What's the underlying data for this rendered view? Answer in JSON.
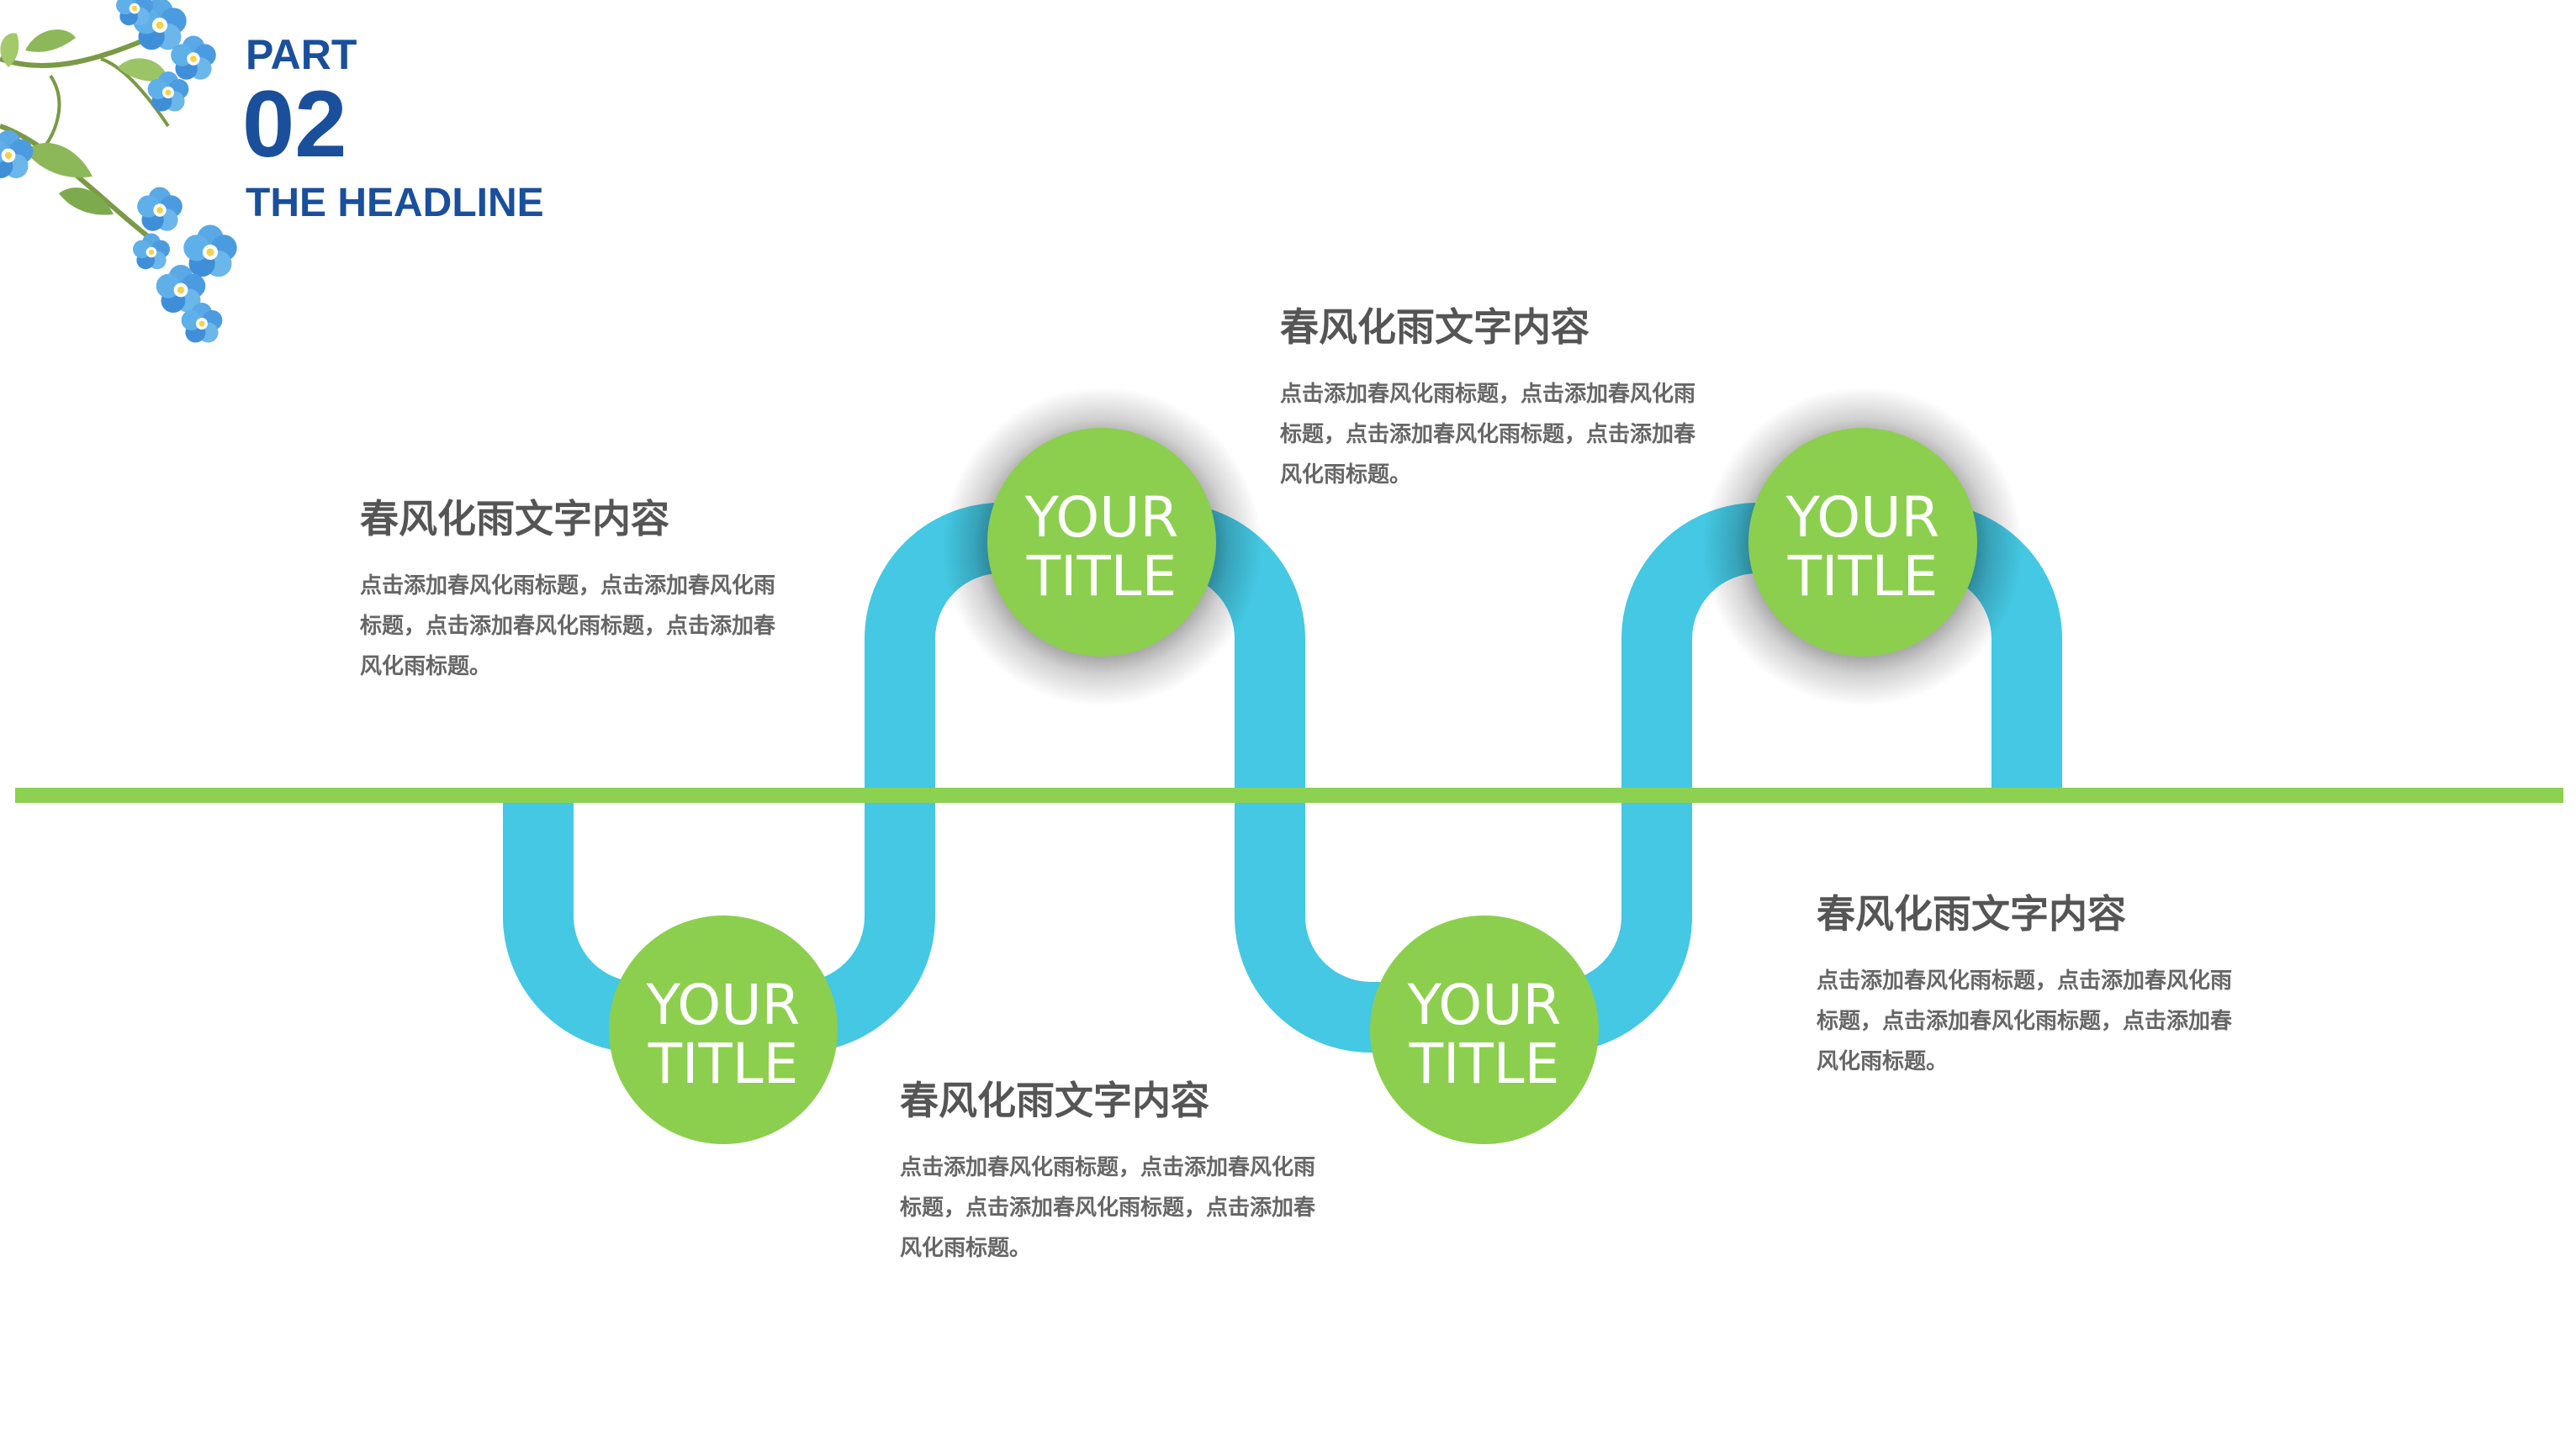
{
  "header": {
    "part_label": "PART",
    "part_number": "02",
    "headline": "THE HEADLINE"
  },
  "colors": {
    "brand_blue": "#1a4f9c",
    "baseline_green": "#8cd14f",
    "path_cyan": "#44c8e3",
    "circle_green": "#8ccf4e",
    "heading_gray": "#555555",
    "body_gray": "#666666"
  },
  "decoration": {
    "icon": "forget-me-not-flower-branch"
  },
  "circles": [
    {
      "title": "YOUR TITLE"
    },
    {
      "title": "YOUR TITLE"
    },
    {
      "title": "YOUR TITLE"
    },
    {
      "title": "YOUR TITLE"
    }
  ],
  "text_blocks": [
    {
      "heading": "春风化雨文字内容",
      "body": "点击添加春风化雨标题，点击添加春风化雨标题，点击添加春风化雨标题，点击添加春风化雨标题。"
    },
    {
      "heading": "春风化雨文字内容",
      "body": "点击添加春风化雨标题，点击添加春风化雨标题，点击添加春风化雨标题，点击添加春风化雨标题。"
    },
    {
      "heading": "春风化雨文字内容",
      "body": "点击添加春风化雨标题，点击添加春风化雨标题，点击添加春风化雨标题，点击添加春风化雨标题。"
    },
    {
      "heading": "春风化雨文字内容",
      "body": "点击添加春风化雨标题，点击添加春风化雨标题，点击添加春风化雨标题，点击添加春风化雨标题。"
    }
  ]
}
